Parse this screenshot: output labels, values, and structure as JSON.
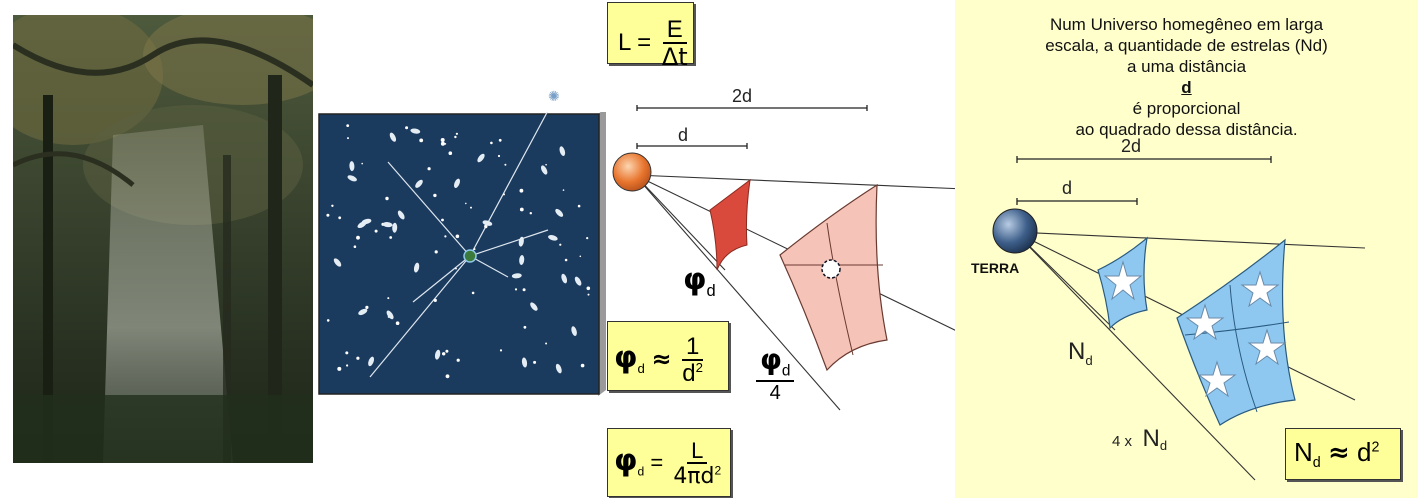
{
  "formulas": {
    "luminosity": {
      "lhs": "L",
      "eq": "=",
      "num": "E",
      "den": "Δt"
    },
    "flux_approx": {
      "lhs": "φ",
      "sub": "d",
      "approx": "≈",
      "num": "1",
      "den": "d",
      "den_sup": "2"
    },
    "flux_exact": {
      "lhs": "φ",
      "sub": "d",
      "eq": "=",
      "num": "L",
      "den": "4πd",
      "den_sup": "2"
    },
    "stars_approx": {
      "lhs": "N",
      "sub": "d",
      "approx": "≈",
      "rhs": "d",
      "rhs_sup": "2"
    }
  },
  "left_diagram": {
    "dist_2d": "2d",
    "dist_d": "d",
    "phi_d": {
      "sym": "φ",
      "sub": "d"
    },
    "phi_quarter": {
      "sym": "φ",
      "sub": "d",
      "den": "4"
    }
  },
  "right_panel": {
    "text_lines": [
      "Num Universo homegêneo em larga",
      "escala, a quantidade de estrelas (Nd)",
      "a uma distância d é proporcional",
      "ao quadrado dessa distância."
    ],
    "line3_pre": "a uma distância ",
    "line3_bold": "d",
    "line3_post": " é proporcional",
    "dist_2d": "2d",
    "dist_d": "d",
    "earth_label": "TERRA",
    "nd": {
      "sym": "N",
      "sub": "d"
    },
    "four_nd": {
      "prefix": "4 x",
      "sym": "N",
      "sub": "d"
    }
  },
  "colors": {
    "formula_bg": "#ffff99",
    "panel_bg": "#ffffcc",
    "space_bg": "#1a3a5e",
    "sphere_orange": "#e8752e",
    "patch_red": "#d94a3c",
    "patch_pink": "#f5c3b8",
    "patch_blue": "#8ec8f0",
    "earth_blue": "#3e5f8a"
  }
}
